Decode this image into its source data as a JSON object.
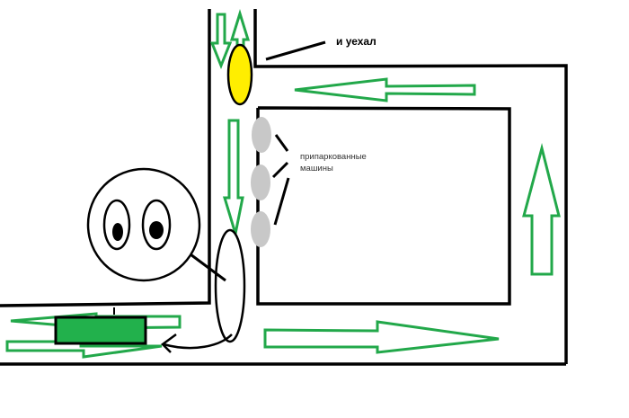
{
  "labels": {
    "drove_off": "и уехал",
    "parked_cars_line1": "припаркованные",
    "parked_cars_line2": "машины"
  },
  "colors": {
    "road": "#000000",
    "arrow": "#22a84a",
    "leaving_car": "#ffee00",
    "parked_car": "#c8c8c8",
    "my_car": "#22b14c"
  }
}
